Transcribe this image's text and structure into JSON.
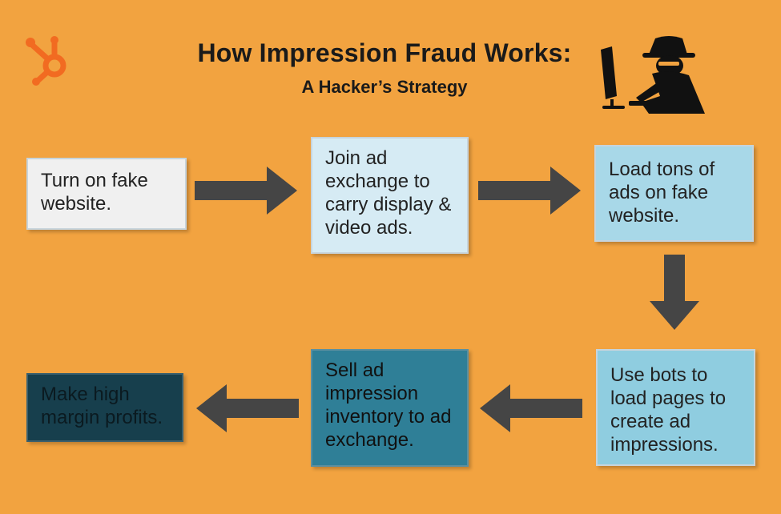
{
  "header": {
    "title": "How Impression Fraud Works:",
    "subtitle": "A Hacker’s Strategy"
  },
  "icons": {
    "logo": "hubspot-sprocket-icon",
    "hacker": "hacker-at-computer-icon"
  },
  "colors": {
    "background": "#f2a340",
    "logo": "#f26b21",
    "arrow": "#454545"
  },
  "steps": [
    {
      "text": "Turn on fake website."
    },
    {
      "text": "Join ad exchange to carry display & video ads."
    },
    {
      "text": "Load tons of ads on fake website."
    },
    {
      "text": "Use bots to load pages to create ad impressions."
    },
    {
      "text": "Sell ad impression inventory to ad exchange."
    },
    {
      "text": "Make high margin profits."
    }
  ]
}
